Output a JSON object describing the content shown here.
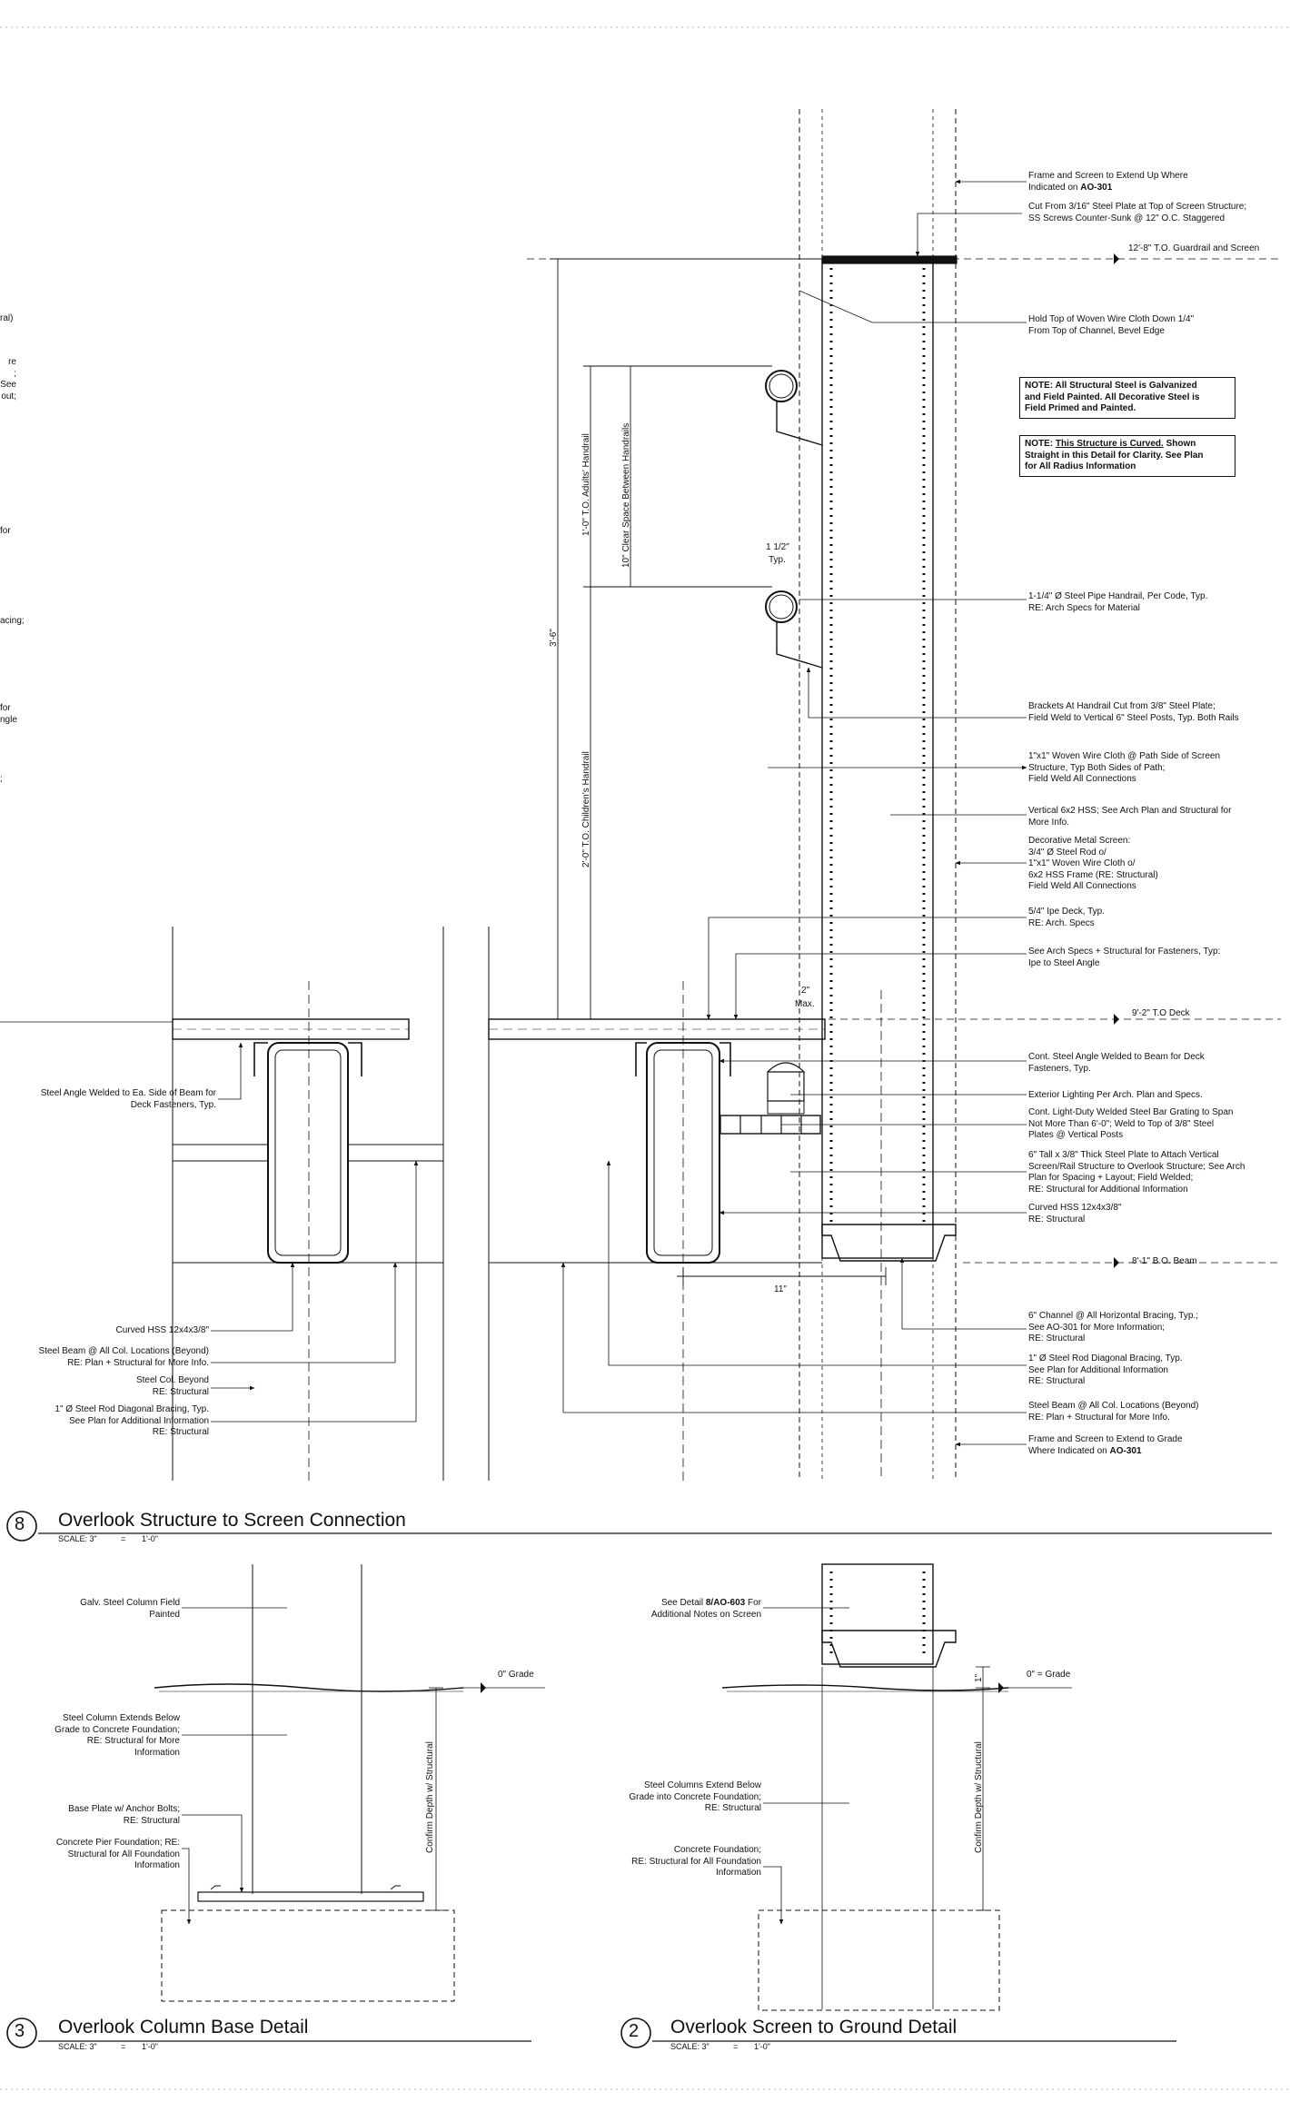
{
  "details": {
    "d8": {
      "number": "8",
      "title": "Overlook Structure to Screen Connection",
      "scale_label": "SCALE: 3\"",
      "scale_eq": "=",
      "scale_value": "1'-0\""
    },
    "d3": {
      "number": "3",
      "title": "Overlook Column Base Detail",
      "scale_label": "SCALE: 3\"",
      "scale_eq": "=",
      "scale_value": "1'-0\""
    },
    "d2": {
      "number": "2",
      "title": "Overlook Screen to Ground Detail",
      "scale_label": "SCALE: 3\"",
      "scale_eq": "=",
      "scale_value": "1'-0\""
    }
  },
  "elevations": {
    "guardrail": "12'-8\" T.O. Guardrail and Screen",
    "deck": "9'-2\" T.O Deck",
    "beam": "8'-1\" B.O. Beam",
    "grade_left": "0\" Grade",
    "grade_right": "0\"  = Grade"
  },
  "dimensions": {
    "overall": "3'-6\"",
    "adults": "1'-0\" T.O. Adults' Handrail",
    "clear": "10\" Clear Space Between Handrails",
    "children": "2'-0\" T.O. Children's Handrail",
    "typ_value": "1 1/2\"",
    "typ_label": "Typ.",
    "max_value": "2\"",
    "max_label": "Max.",
    "offset": "11\"",
    "confirm_left": "Confirm Depth w/ Structural",
    "confirm_right": "Confirm Depth w/ Structural",
    "grade_dim": "1\""
  },
  "notes_right": {
    "n1_a": "Frame and Screen to Extend Up Where\nIndicated on ",
    "n1_b": "AO-301",
    "n2": "Cut From 3/16\" Steel Plate at Top of Screen Structure;\nSS Screws Counter-Sunk @ 12\" O.C. Staggered",
    "n3": "Hold Top of Woven Wire Cloth Down 1/4\"\nFrom Top of Channel, Bevel Edge",
    "box1": "NOTE: All Structural Steel is Galvanized\nand Field Painted.  All Decorative Steel is\nField Primed and Painted.",
    "box2_a": "NOTE: ",
    "box2_b": "This Structure is Curved.",
    "box2_c": "  Shown\nStraight in this Detail for Clarity.  See Plan\nfor All Radius Information",
    "n4": "1-1/4\" Ø Steel Pipe Handrail, Per Code, Typ.\nRE: Arch Specs for Material",
    "n5": "Brackets At Handrail Cut from 3/8\" Steel Plate;\nField Weld to Vertical 6\" Steel Posts, Typ. Both Rails",
    "n6": "1\"x1\" Woven Wire Cloth @ Path Side of Screen\nStructure, Typ Both Sides of Path;\nField Weld All Connections",
    "n7": "Vertical 6x2 HSS; See Arch Plan and Structural for\nMore Info.",
    "n8": "Decorative Metal Screen:\n 3/4\" Ø Steel Rod o/\n1\"x1\" Woven Wire Cloth o/\n6x2 HSS Frame (RE: Structural)\nField Weld All Connections",
    "n9": "5/4\" Ipe Deck, Typ.\nRE: Arch. Specs",
    "n10": "See Arch Specs + Structural for Fasteners, Typ:\nIpe to Steel Angle",
    "n11": "Cont. Steel Angle Welded to Beam for Deck\nFasteners, Typ.",
    "n12": "Exterior Lighting Per Arch. Plan and Specs.",
    "n13": "Cont. Light-Duty Welded Steel Bar Grating to Span\nNot More Than 6'-0\"; Weld to Top of 3/8\" Steel\nPlates @ Vertical Posts",
    "n14": "6\" Tall x 3/8\" Thick Steel Plate to Attach Vertical\nScreen/Rail Structure to Overlook Structure; See Arch\nPlan for Spacing + Layout; Field Welded;\nRE: Structural for Additional Information",
    "n15": "Curved HSS 12x4x3/8\"\nRE: Structural",
    "n16": "6\" Channel @ All Horizontal Bracing, Typ.;\nSee AO-301 for More Information;\nRE: Structural",
    "n17": "1\" Ø Steel Rod Diagonal Bracing, Typ.\nSee Plan for Additional Information\nRE: Structural",
    "n18": "Steel Beam @ All Col. Locations (Beyond)\nRE: Plan + Structural for More Info.",
    "n19_a": "Frame and Screen to Extend to Grade\nWhere Indicated on ",
    "n19_b": "AO-301"
  },
  "notes_left": {
    "frag1": "ral)",
    "frag2": "re\n; See\nout;",
    "frag3": "for",
    "frag4": "acing;",
    "frag5": "for\nngle",
    "frag6": ";",
    "l1": "Steel Angle Welded to Ea. Side of Beam for\nDeck Fasteners, Typ.",
    "l2": "Curved HSS 12x4x3/8\"",
    "l3": "Steel Beam @ All Col. Locations (Beyond)\nRE: Plan + Structural for More Info.",
    "l4": "Steel Col. Beyond\nRE: Structural",
    "l5": "1\" Ø Steel Rod Diagonal Bracing, Typ.\nSee Plan for Additional Information\nRE: Structural"
  },
  "notes_d3": {
    "a": "Galv. Steel Column Field\nPainted",
    "b": "Steel Column Extends Below\nGrade to Concrete Foundation;\nRE: Structural for More\nInformation",
    "c": "Base Plate w/ Anchor Bolts;\nRE: Structural",
    "d": "Concrete Pier Foundation; RE:\nStructural for All Foundation\nInformation"
  },
  "notes_d2": {
    "a_pre": "See Detail ",
    "a_bold": "8/AO-603",
    "a_post": " For\nAdditional Notes on Screen",
    "b": "Steel Columns Extend Below\nGrade into Concrete Foundation;\nRE: Structural",
    "c": "Concrete Foundation;\nRE: Structural for All Foundation\nInformation"
  }
}
